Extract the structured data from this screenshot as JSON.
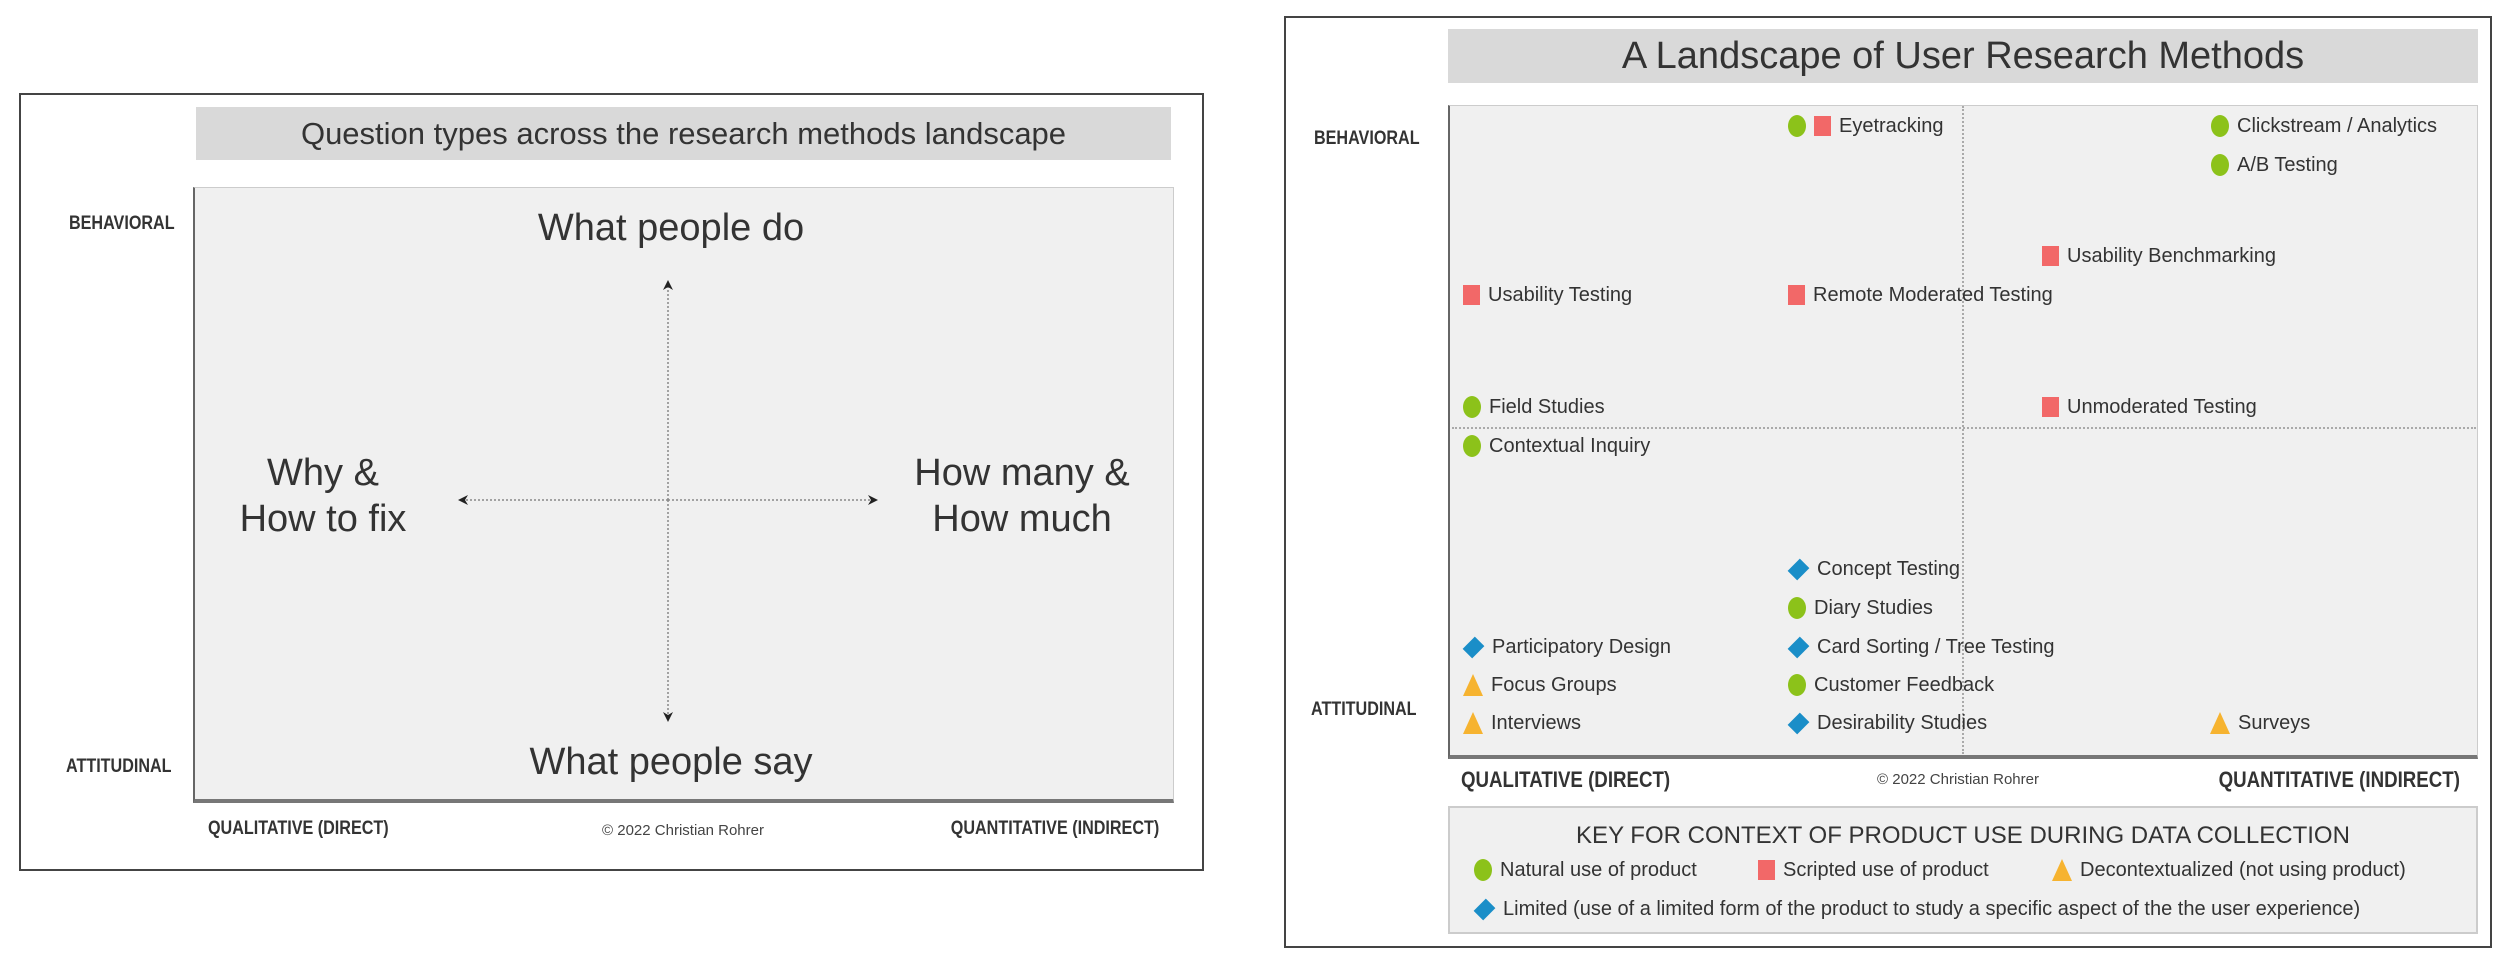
{
  "left_diagram": {
    "title": "Question types across the research methods landscape",
    "y_axis": {
      "top": "BEHAVIORAL",
      "bottom": "ATTITUDINAL"
    },
    "x_axis": {
      "left": "QUALITATIVE (DIRECT)",
      "right": "QUANTITATIVE (INDIRECT)"
    },
    "copyright": "© 2022 Christian Rohrer",
    "quadrant_labels": {
      "top": "What people do",
      "bottom": "What people say",
      "left": [
        "Why &",
        "How to fix"
      ],
      "right": [
        "How many &",
        "How much"
      ]
    }
  },
  "right_diagram": {
    "title": "A Landscape of User Research Methods",
    "y_axis": {
      "top": "BEHAVIORAL",
      "bottom": "ATTITUDINAL"
    },
    "x_axis": {
      "left": "QUALITATIVE (DIRECT)",
      "right": "QUANTITATIVE (INDIRECT)"
    },
    "copyright": "© 2022 Christian Rohrer",
    "methods": [
      {
        "label": "Eyetracking",
        "markers": [
          "natural",
          "scripted"
        ]
      },
      {
        "label": "Clickstream / Analytics",
        "markers": [
          "natural"
        ]
      },
      {
        "label": "A/B Testing",
        "markers": [
          "natural"
        ]
      },
      {
        "label": "Usability Benchmarking",
        "markers": [
          "scripted"
        ]
      },
      {
        "label": "Usability Testing",
        "markers": [
          "scripted"
        ]
      },
      {
        "label": "Remote Moderated Testing",
        "markers": [
          "scripted"
        ]
      },
      {
        "label": "Field Studies",
        "markers": [
          "natural"
        ]
      },
      {
        "label": "Unmoderated Testing",
        "markers": [
          "scripted"
        ]
      },
      {
        "label": "Contextual Inquiry",
        "markers": [
          "natural"
        ]
      },
      {
        "label": "Concept Testing",
        "markers": [
          "limited"
        ]
      },
      {
        "label": "Diary Studies",
        "markers": [
          "natural"
        ]
      },
      {
        "label": "Participatory Design",
        "markers": [
          "limited"
        ]
      },
      {
        "label": "Card Sorting / Tree Testing",
        "markers": [
          "limited"
        ]
      },
      {
        "label": "Focus Groups",
        "markers": [
          "decontextualized"
        ]
      },
      {
        "label": "Customer Feedback",
        "markers": [
          "natural"
        ]
      },
      {
        "label": "Interviews",
        "markers": [
          "decontextualized"
        ]
      },
      {
        "label": "Desirability Studies",
        "markers": [
          "limited"
        ]
      },
      {
        "label": "Surveys",
        "markers": [
          "decontextualized"
        ]
      }
    ],
    "key": {
      "title": "KEY FOR CONTEXT OF PRODUCT USE DURING DATA COLLECTION",
      "entries": [
        {
          "marker": "natural",
          "shape": "green-circle",
          "label": "Natural use of product"
        },
        {
          "marker": "scripted",
          "shape": "red-square",
          "label": "Scripted use of product"
        },
        {
          "marker": "decontextualized",
          "shape": "orange-triangle",
          "label": "Decontextualized (not using product)"
        },
        {
          "marker": "limited",
          "shape": "blue-diamond",
          "label": "Limited (use of a limited form of the product to study a specific aspect of the the user experience)"
        }
      ]
    },
    "colors": {
      "natural": "#8cc21a",
      "scripted": "#f26868",
      "decontextualized": "#f6b330",
      "limited": "#1a8ec8"
    }
  }
}
